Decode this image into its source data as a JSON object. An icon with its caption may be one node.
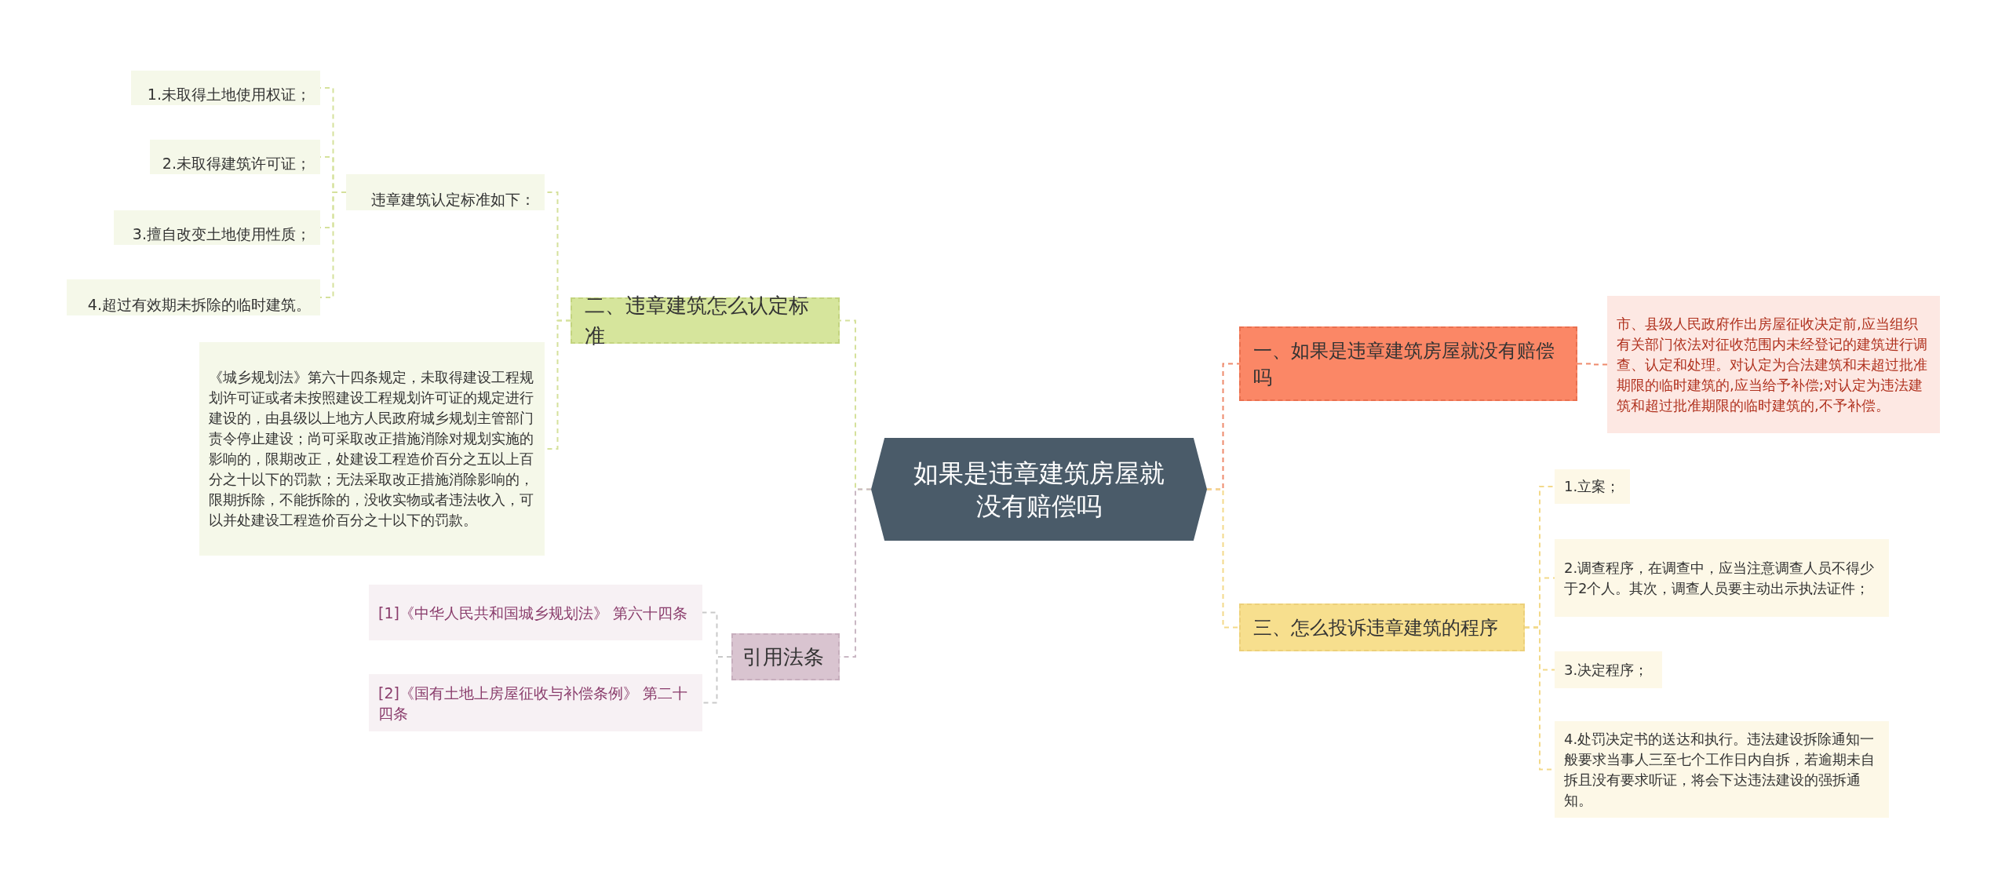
{
  "diagram": {
    "nodes": [
      {
        "text": [
          "如果是违章建筑房屋就没有赔偿吗"
        ]
      },
      {
        "text": [
          "二、违章建筑怎么认定标准"
        ]
      },
      {
        "text": [
          "违章建筑认定标准如下："
        ]
      },
      {
        "text": [
          "1.未取得土地使用权证；"
        ]
      },
      {
        "text": [
          "2.未取得建筑许可证；"
        ]
      },
      {
        "text": [
          "3.擅自改变土地使用性质；"
        ]
      },
      {
        "text": [
          "4.超过有效期未拆除的临时建筑。"
        ]
      },
      {
        "text": [
          "《城乡规划法》第六十四条规定，未取得建设工程规划许可证或者未按照建设工程规划许可证的规定进行建设的，由县级以上地方人民政府城乡规划主管部门责令停止建设；尚可采取改正措施消除对规划实施的影响的，限期改正，处建设工程造价百分之五以上百分之十以下的罚款；无法采取改正措施消除影响的，限期拆除，不能拆除的，没收实物或者违法收入，可以并处建设工程造价百分之十以下的罚款。"
        ]
      },
      {
        "text": [
          "引用法条"
        ]
      },
      {
        "text": [
          "[1]《中华人民共和国城乡规划法》 第六十四条"
        ]
      },
      {
        "text": [
          "[2]《国有土地上房屋征收与补偿条例》 第二十四条"
        ]
      },
      {
        "text": [
          "一、如果是违章建筑房屋就没有赔偿吗"
        ]
      },
      {
        "text": [
          "市、县级人民政府作出房屋征收决定前,应当组织有关部门依法对征收范围内未经登记的建筑进行调查、认定和处理。对认定为合法建筑和未超过批准期限的临时建筑的,应当给予补偿;对认定为违法建筑和超过批准期限的临时建筑的,不予补偿。"
        ]
      },
      {
        "text": [
          "三、怎么投诉违章建筑的程序"
        ]
      },
      {
        "text": [
          "1.立案；"
        ]
      },
      {
        "text": [
          "2.调查程序，在调查中，应当注意调查人员不得少于2个人。其次，调查人员要主动出示执法证件；"
        ]
      },
      {
        "text": [
          "3.决定程序；"
        ]
      },
      {
        "text": [
          "4.处罚决定书的送达和执行。违法建设拆除通知一般要求当事人三至七个工作日内自拆，若逾期未自拆且没有要求听证，将会下达违法建设的强拆通知。"
        ]
      }
    ],
    "edges": [
      {
        "from": 0,
        "to": 1,
        "arrow": "none",
        "color": "#d5e19c"
      },
      {
        "from": 1,
        "to": 2,
        "arrow": "none",
        "color": "#d5e19c"
      },
      {
        "from": 2,
        "to": 3,
        "arrow": "none",
        "color": "#d5e19c"
      },
      {
        "from": 2,
        "to": 4,
        "arrow": "none",
        "color": "#d5e19c"
      },
      {
        "from": 2,
        "to": 5,
        "arrow": "none",
        "color": "#d5e19c"
      },
      {
        "from": 2,
        "to": 6,
        "arrow": "none",
        "color": "#d5e19c"
      },
      {
        "from": 1,
        "to": 7,
        "arrow": "none",
        "color": "#d5e19c"
      },
      {
        "from": 0,
        "to": 8,
        "arrow": "none",
        "color": "#c9b7c3"
      },
      {
        "from": 8,
        "to": 9,
        "arrow": "none",
        "color": "#c9c9c9"
      },
      {
        "from": 8,
        "to": 10,
        "arrow": "none",
        "color": "#c9c9c9"
      },
      {
        "from": 0,
        "to": 11,
        "arrow": "none",
        "color": "#ee8a6c"
      },
      {
        "from": 11,
        "to": 12,
        "arrow": "none",
        "color": "#ee8a6c"
      },
      {
        "from": 0,
        "to": 13,
        "arrow": "none",
        "color": "#f3d98a"
      },
      {
        "from": 13,
        "to": 14,
        "arrow": "none",
        "color": "#f3d98a"
      },
      {
        "from": 13,
        "to": 15,
        "arrow": "none",
        "color": "#f3d98a"
      },
      {
        "from": 13,
        "to": 16,
        "arrow": "none",
        "color": "#f3d98a"
      },
      {
        "from": 13,
        "to": 17,
        "arrow": "none",
        "color": "#f3d98a"
      }
    ]
  }
}
